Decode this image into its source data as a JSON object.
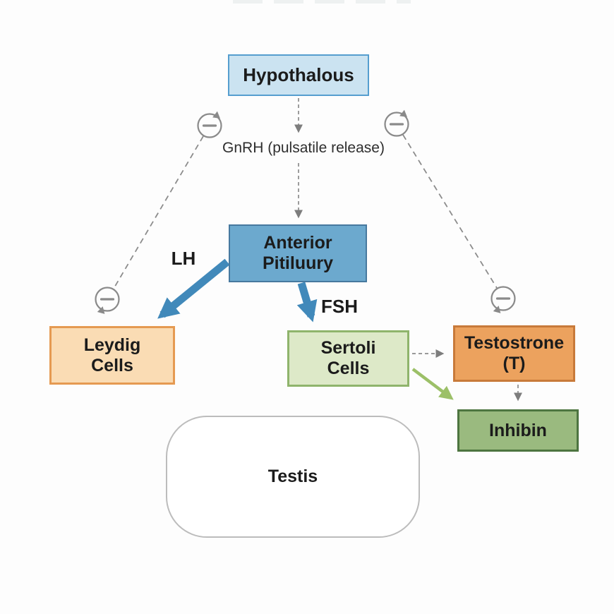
{
  "diagram_title": "Hypothalamus-Pituitary-Testis hormonal axis (hand-styled diagram with misspellings as rendered)",
  "nodes": {
    "hypothalamus": {
      "label": "Hypothalous",
      "fill": "#cbe3f1",
      "border": "#559ecf"
    },
    "anterior_pituitary": {
      "label": "Anterior Pitiluury",
      "fill": "#6ca9ce",
      "border": "#47799f"
    },
    "leydig_cells": {
      "label": "Leydig Cells",
      "fill": "#fadcb4",
      "border": "#e59a52"
    },
    "sertoli_cells": {
      "label": "Sertoli Cells",
      "fill": "#dde9c8",
      "border": "#8fb46c"
    },
    "testosterone": {
      "label": "Testostrone (T)",
      "fill": "#eca25e",
      "border": "#c87a3a"
    },
    "inhibin": {
      "label": "Inhibin",
      "fill": "#9aba7f",
      "border": "#4d7540"
    },
    "testis": {
      "label": "Testis",
      "fill": "#ffffff",
      "border": "#bcbcbc"
    }
  },
  "labels": {
    "gnrh": "GnRH (pulsatile release)",
    "lh": "LH",
    "fsh": "FSH"
  },
  "icons": {
    "negative_feedback_symbol": "−",
    "negative_feedback_meaning": "negative feedback loop"
  },
  "edges": [
    {
      "from": "hypothalamus",
      "to": "gnrh_label",
      "style": "dashed-gray-arrow"
    },
    {
      "from": "gnrh_label",
      "to": "anterior_pituitary",
      "style": "dashed-gray-arrow"
    },
    {
      "from": "anterior_pituitary",
      "to": "leydig_cells",
      "label": "LH",
      "style": "thick-blue-arrow"
    },
    {
      "from": "anterior_pituitary",
      "to": "sertoli_cells",
      "label": "FSH",
      "style": "thick-blue-arrow"
    },
    {
      "from": "sertoli_cells",
      "to": "testosterone",
      "style": "dashed-gray-arrow"
    },
    {
      "from": "sertoli_cells",
      "to": "inhibin",
      "style": "solid-green-arrow"
    },
    {
      "from": "testosterone",
      "to": "inhibin",
      "style": "dashed-gray-arrow"
    },
    {
      "from": "leydig_cells",
      "to": "hypothalamus",
      "style": "dashed-negative-feedback-line"
    },
    {
      "from": "testosterone",
      "to": "hypothalamus",
      "style": "dashed-negative-feedback-line"
    }
  ],
  "colors": {
    "hormone_arrow": "#4189ba",
    "inhibin_arrow": "#9cc068",
    "dashed_connector": "#8c8c8c",
    "text": "#1b1b1b",
    "background": "#fdfdfd"
  }
}
